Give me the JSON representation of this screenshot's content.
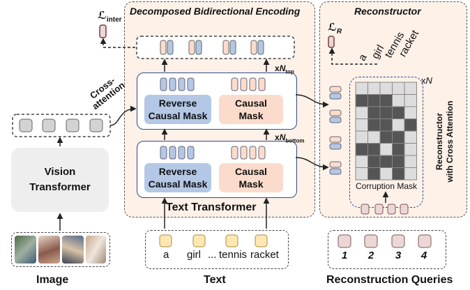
{
  "panels": {
    "encoding_title": "Decomposed Bidirectional Encoding",
    "reconstructor_title": "Reconstructor"
  },
  "losses": {
    "inter_base": "ℒ",
    "inter_sub": "inter",
    "r_base": "ℒ",
    "r_sub": "R"
  },
  "encoder": {
    "cross_attention_line1": "Cross-",
    "cross_attention_line2": "attention",
    "reverse_mask_line1": "Reverse",
    "reverse_mask_line2": "Causal Mask",
    "causal_mask_line1": "Causal",
    "causal_mask_line2": "Mask",
    "n_top_prefix": "x",
    "n_top_var": "N",
    "n_top_sub": "top",
    "n_bottom_prefix": "x",
    "n_bottom_var": "N",
    "n_bottom_sub": "bottom",
    "text_transformer": "Text Transformer"
  },
  "vision": {
    "transformer_line1": "Vision",
    "transformer_line2": "Transformer"
  },
  "reconstructor": {
    "output_tokens": [
      "a",
      "girl",
      "tennis",
      "racket"
    ],
    "xn_prefix": "x",
    "xn_var": "N",
    "side_label_line1": "Reconstructor",
    "side_label_line2": "with Cross Attention",
    "corruption_mask": "Corruption Mask"
  },
  "text_tokens": [
    "a",
    "girl",
    "...",
    "tennis",
    "racket"
  ],
  "queries": [
    "1",
    "2",
    "3",
    "4"
  ],
  "bottom_labels": {
    "image": "Image",
    "text": "Text",
    "queries": "Reconstruction Queries"
  },
  "colors": {
    "panel_fill": "#fdf1e8",
    "blue_block": "#b4c8e6",
    "peach_block": "#fbdccc",
    "layer_border": "#2e4a8a",
    "yellow_token": "#fde8b4",
    "query_fill": "#ecd6d6",
    "vision_fill": "#eeeeee",
    "dark_cell": "#555555",
    "light_cell": "#dddddd"
  }
}
